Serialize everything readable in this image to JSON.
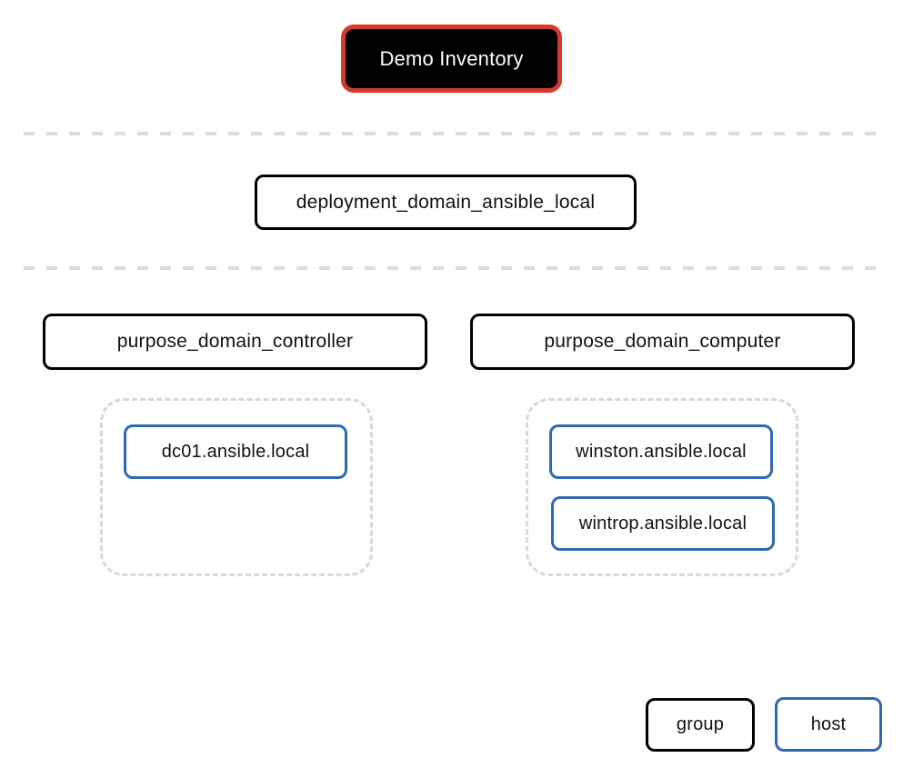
{
  "diagram": {
    "type": "ansible-inventory-tree",
    "inventory": {
      "label": "Demo Inventory"
    },
    "deployment_group": {
      "label": "deployment_domain_ansible_local"
    },
    "controller_group": {
      "label": "purpose_domain_controller",
      "hosts": [
        {
          "label": "dc01.ansible.local"
        }
      ]
    },
    "computer_group": {
      "label": "purpose_domain_computer",
      "hosts": [
        {
          "label": "winston.ansible.local"
        },
        {
          "label": "wintrop.ansible.local"
        }
      ]
    },
    "legend": {
      "group_label": "group",
      "host_label": "host"
    },
    "colors": {
      "inventory_border": "#d53a2f",
      "inventory_fill": "#000000",
      "inventory_text": "#ffffff",
      "group_border": "#000000",
      "host_border": "#2f69b2",
      "dashed_line": "#dcdcdc",
      "background": "#ffffff"
    }
  }
}
